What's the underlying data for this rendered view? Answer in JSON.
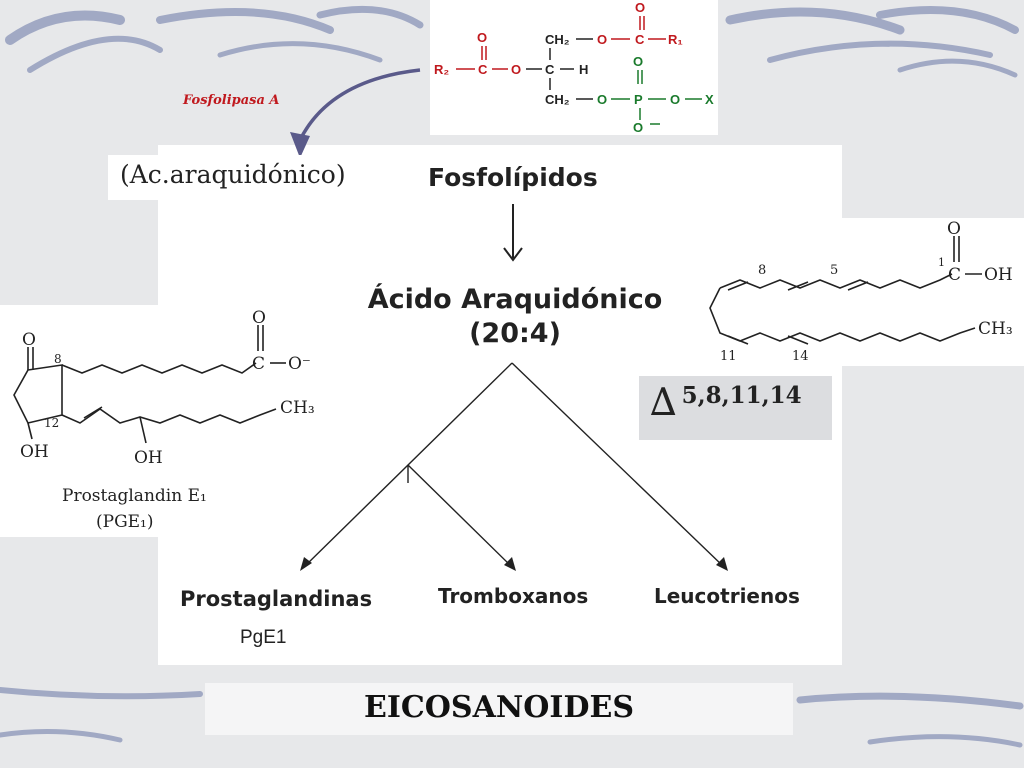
{
  "enzyme_label": "Fosfolipasa A",
  "ac_label": "(Ac.araquidónico)",
  "phospholipids_title": "Fosfolípidos",
  "arachidonic_title": "Ácido Araquidónico",
  "arachidonic_notation": "(20:4)",
  "delta_symbol": "∆",
  "delta_positions": "5,8,11,14",
  "products": {
    "prostaglandins": "Prostaglandinas",
    "thromboxanes": "Tromboxanos",
    "leukotrienes": "Leucotrienos",
    "pge1_note": "PgE1"
  },
  "footer": "EICOSANOIDES",
  "phospholipid_structure": {
    "ch2_top": "CH₂",
    "ch2_bottom": "CH₂",
    "c_center": "C",
    "h": "H",
    "r1": "R₁",
    "r2": "R₂",
    "x": "X",
    "o_chars": "O"
  },
  "fatty_acid_structure": {
    "c1_label": "1",
    "c_label": "C",
    "oh_label": "OH",
    "o_label": "O",
    "ch3_label": "CH₃",
    "pos_8": "8",
    "pos_5": "5",
    "pos_11": "11",
    "pos_14": "14"
  },
  "prostaglandin_structure": {
    "o_ketone": "O",
    "o_acid": "O",
    "c_acid": "C",
    "o_minus": "O⁻",
    "ch3": "CH₃",
    "oh_left": "OH",
    "oh_right": "OH",
    "pos_8": "8",
    "pos_12": "12",
    "caption_name": "Prostaglandin E₁",
    "caption_abbr": "(PGE₁)"
  },
  "colors": {
    "red": "#c0191e",
    "green": "#1a7a2c",
    "arrow_purple": "#5a5a8a",
    "background": "#e7e8ea",
    "brush_blue": "#8a94b8"
  },
  "icons": {
    "down_arrow": "down-arrow-icon",
    "curved_arrow": "curved-arrow-icon"
  }
}
